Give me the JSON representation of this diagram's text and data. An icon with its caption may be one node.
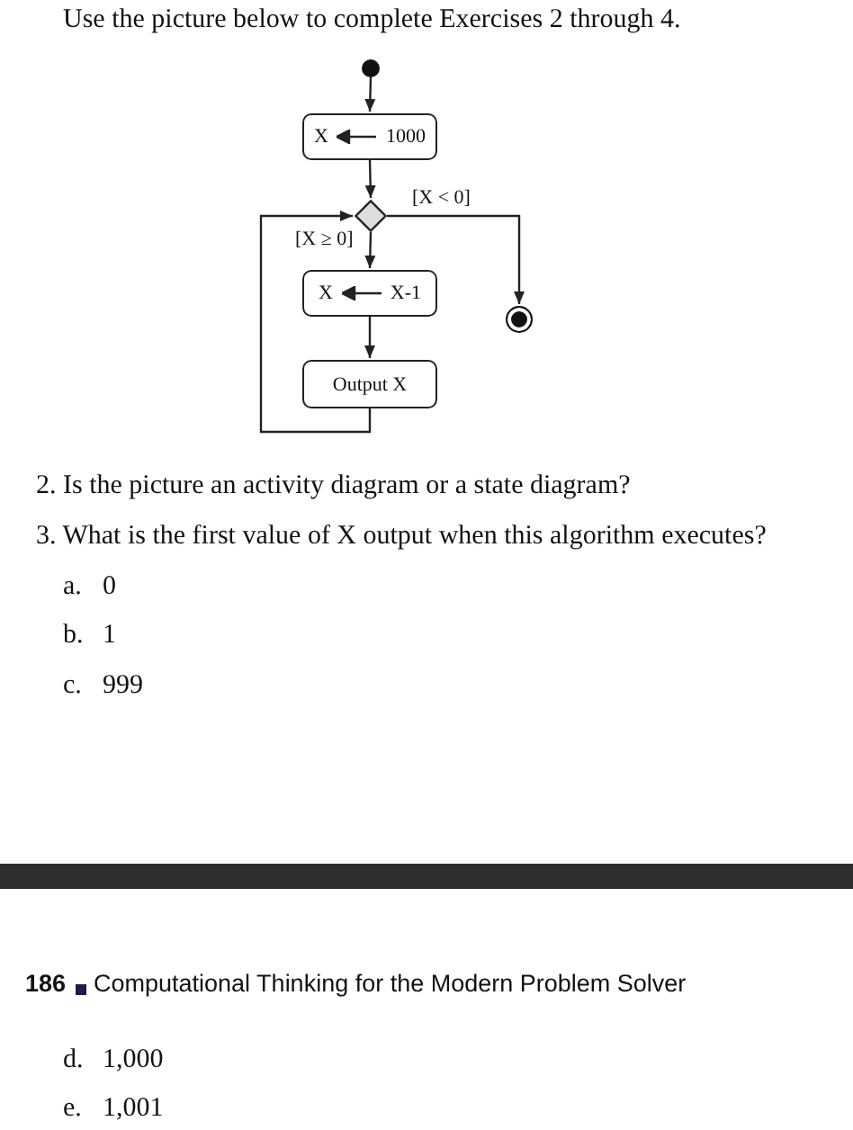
{
  "diagram": {
    "nodes": [
      {
        "text": [],
        "shape": "circle"
      },
      {
        "text": [
          "X",
          "1000"
        ]
      },
      {
        "text": [],
        "shape": "diamond"
      },
      {
        "text": [
          "X",
          "X-1"
        ]
      },
      {
        "text": [
          "Output X"
        ]
      },
      {
        "text": [],
        "shape": "circle"
      }
    ],
    "edges": [
      {
        "from": 0,
        "to": 1,
        "arrow": "to"
      },
      {
        "from": 1,
        "to": 2,
        "arrow": "to"
      },
      {
        "from": 2,
        "to": 5,
        "arrow": "to",
        "label": "[X < 0]"
      },
      {
        "from": 2,
        "to": 3,
        "arrow": "to",
        "label": "[X ≥ 0]"
      },
      {
        "from": 3,
        "to": 4,
        "arrow": "to"
      },
      {
        "from": 4,
        "to": 2,
        "arrow": "to"
      }
    ],
    "labels": [
      "Use the picture below to complete Exercises 2 through 4.",
      "2. Is the picture an activity diagram or a state diagram?",
      "3. What is the first value of X output when this algorithm executes?",
      "a.",
      "0",
      "b.",
      "1",
      "c.",
      "999",
      "186",
      "Computational Thinking for the Modern Problem Solver",
      "d.",
      "1,000",
      "e.",
      "1,001"
    ]
  }
}
